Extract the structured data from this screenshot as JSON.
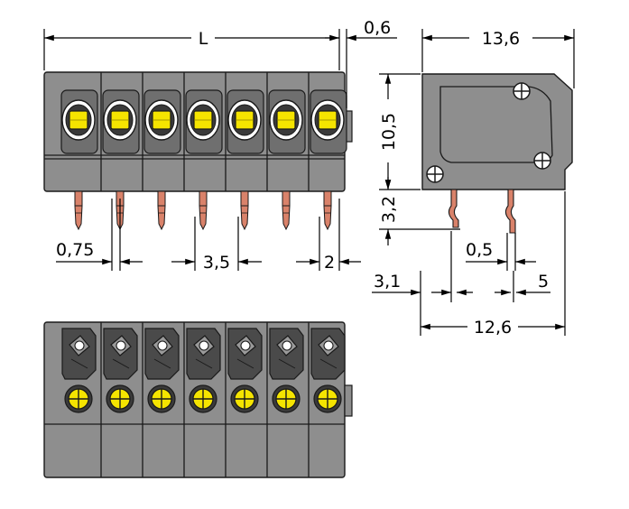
{
  "dimensions": {
    "length": "L",
    "offset_top": "0,6",
    "width_top": "13,6",
    "height_side": "10,5",
    "pin_length": "3,2",
    "pin_width": "0,75",
    "pitch": "3,5",
    "end_gap": "2",
    "pin_thickness": "0,5",
    "pin_offset_a": "3,1",
    "pin_offset_b": "5",
    "width_bottom": "12,6"
  },
  "component": {
    "pole_count": 7,
    "body_color": "#8e8e8e",
    "body_dark": "#6f6f6f",
    "button_color": "#f5e400",
    "pin_color": "#d9826a"
  }
}
